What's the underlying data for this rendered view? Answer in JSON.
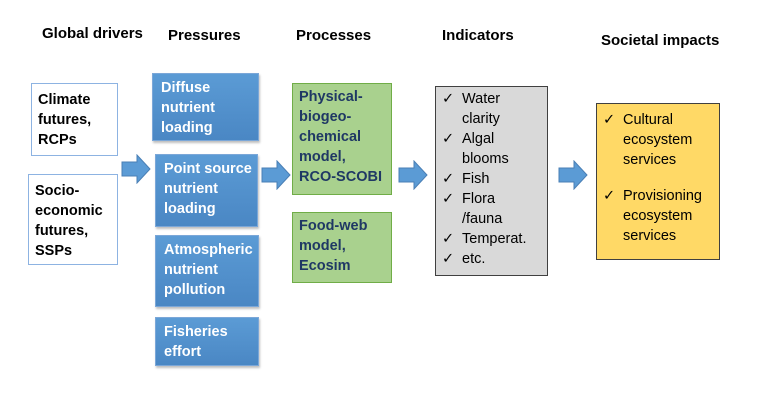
{
  "headers": {
    "global_drivers": "Global drivers",
    "pressures": "Pressures",
    "processes": "Processes",
    "indicators": "Indicators",
    "societal_impacts": "Societal impacts"
  },
  "drivers": {
    "climate": [
      "Climate",
      "futures,",
      "RCPs"
    ],
    "socio": [
      "Socio-",
      "economic",
      "futures,",
      "SSPs"
    ]
  },
  "pressures": {
    "diffuse": [
      "Diffuse",
      "nutrient",
      "loading"
    ],
    "point": [
      "Point source",
      "nutrient",
      "loading"
    ],
    "atmospheric": [
      "Atmospheric",
      "nutrient",
      "pollution"
    ],
    "fisheries": [
      "Fisheries",
      "effort"
    ]
  },
  "processes": {
    "physical": [
      "Physical-",
      "biogeo-",
      "chemical",
      "model,",
      "RCO-SCOBI"
    ],
    "foodweb": [
      "Food-web",
      "model,",
      "Ecosim"
    ]
  },
  "check_glyph": "✓",
  "indicators": {
    "water": [
      "Water",
      "clarity"
    ],
    "algal": [
      "Algal",
      "blooms"
    ],
    "fish": [
      "Fish"
    ],
    "flora": [
      "Flora",
      "/fauna"
    ],
    "temp": [
      "Temperat."
    ],
    "etc": [
      "etc."
    ]
  },
  "impacts": {
    "cultural": [
      "Cultural",
      "ecosystem",
      "services"
    ],
    "provisioning": [
      "Provisioning",
      "ecosystem",
      "services"
    ]
  },
  "colors": {
    "pressure_blue": "#5b9bd5",
    "process_green": "#a9d18e",
    "indicator_gray": "#d9d9d9",
    "impact_yellow": "#ffd966",
    "arrow_blue": "#5b9bd5"
  }
}
